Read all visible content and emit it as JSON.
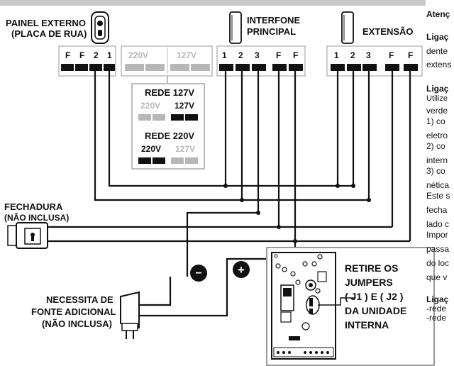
{
  "colors": {
    "wire": "#111111",
    "inactive": "#b7b7b7",
    "top_bar": "#c8c8c8"
  },
  "panel_externo": {
    "line1": "PAINEL EXTERNO",
    "line2": "(PLACA DE RUA)"
  },
  "interfone": {
    "line1": "INTERFONE",
    "line2": "PRINCIPAL"
  },
  "extensao": {
    "label": "EXTENSÃO"
  },
  "terminals": {
    "panel": [
      "F",
      "F",
      "2",
      "1"
    ],
    "voltage": [
      "220V",
      "127V"
    ],
    "interfone": [
      "1",
      "2",
      "3",
      "F",
      "F"
    ],
    "extensao": [
      "1",
      "2",
      "3",
      "F",
      "F"
    ]
  },
  "rede127": {
    "title": "REDE 127V",
    "left": "220V",
    "right": "127V"
  },
  "rede220": {
    "title": "REDE 220V",
    "left": "220V",
    "right": "127V"
  },
  "fechadura": {
    "line1": "FECHADURA",
    "line2": "(NÃO INCLUSA)"
  },
  "fonte": {
    "line1": "NECESSITA DE",
    "line2": "FONTE ADICIONAL",
    "line3": "(NÃO INCLUSA)"
  },
  "polarity": {
    "minus": "−",
    "plus": "+"
  },
  "jumpers": {
    "l1": "RETIRE OS",
    "l2": "JUMPERS",
    "l3": "( J1 ) E ( J2 )",
    "l4": "DA UNIDADE",
    "l5": "INTERNA"
  },
  "side": {
    "l1": "Atenç",
    "l2": "Ligaç",
    "l3": "dente",
    "l4": "extens",
    "l5": "Ligaç",
    "l6": "Utilize",
    "l7": "verde",
    "l8": "1) co",
    "l9": "eletro",
    "l10": "2) co",
    "l11": "intern",
    "l12": "3) co",
    "l13": "nética",
    "l14": "Este s",
    "l15": "fecha",
    "l16": "lado c",
    "l17": "Impor",
    "l18": "passa",
    "l19": "do loc",
    "l20": "que v",
    "l21": "Ligaç",
    "l22": "-rede",
    "l23": "-rede"
  }
}
